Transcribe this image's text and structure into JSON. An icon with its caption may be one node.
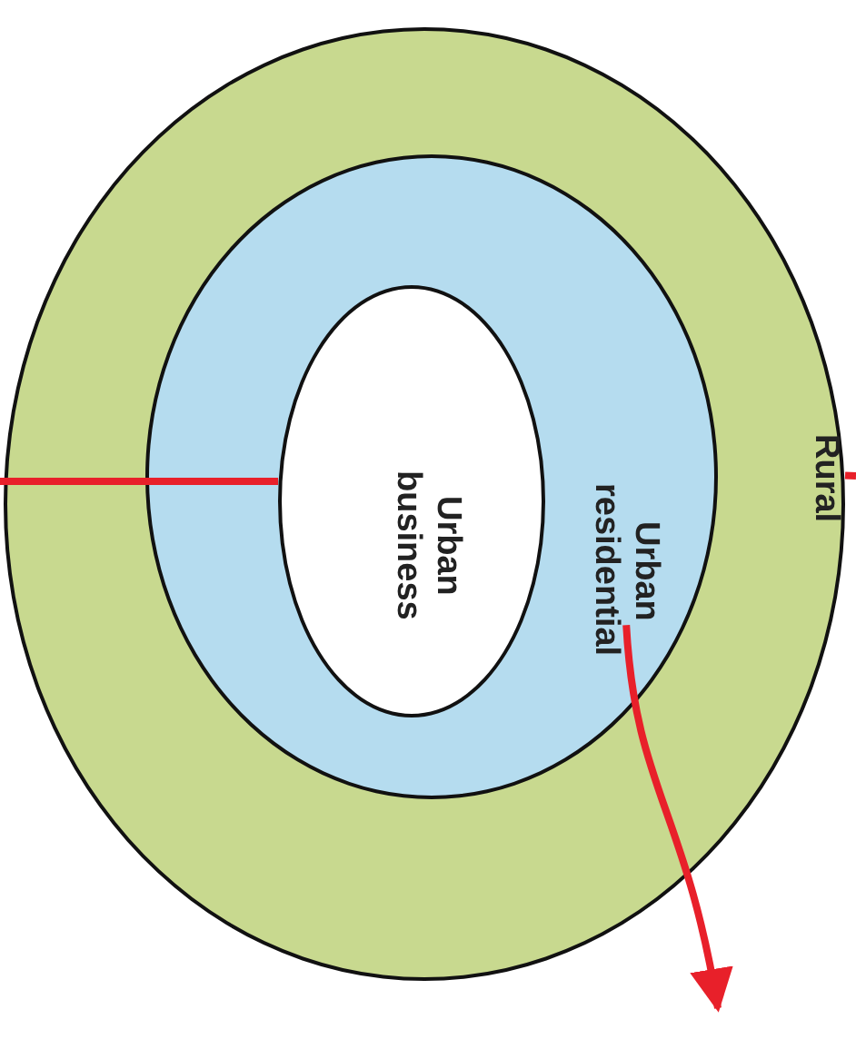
{
  "diagram": {
    "nodes": [
      {
        "text": [
          "Rural"
        ]
      },
      {
        "text": [
          "Urban residential"
        ],
        "in": 0
      },
      {
        "text": [
          "Urban business"
        ],
        "in": 1
      }
    ],
    "edges": [
      {
        "from": null,
        "to": 2,
        "arrow": "none"
      },
      {
        "from": 0,
        "to": null,
        "arrow": "none"
      },
      {
        "from": 1,
        "to": null,
        "arrow": "to"
      }
    ]
  }
}
